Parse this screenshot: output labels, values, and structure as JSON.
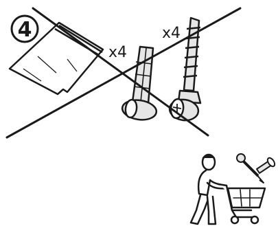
{
  "step": {
    "number": "4"
  },
  "labels": {
    "anchor_qty": "x4",
    "screw_qty": "x4"
  },
  "colors": {
    "stroke": "#1a1a1a",
    "fill": "#e6e6e6",
    "background": "#ffffff"
  },
  "icons": [
    "parts-bag-icon",
    "wall-anchor-icon",
    "screw-icon",
    "cross-out-icon",
    "shopping-cart-icon",
    "person-icon"
  ]
}
